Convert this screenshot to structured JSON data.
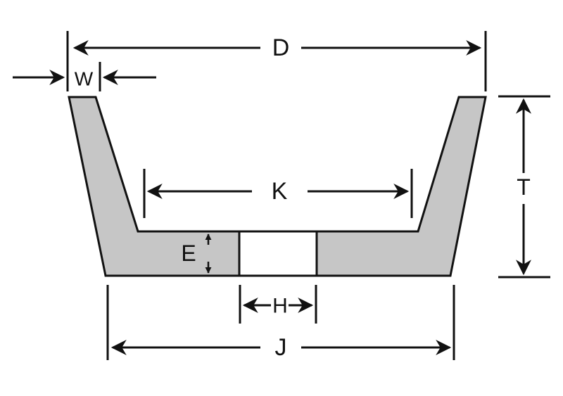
{
  "labels": {
    "D": "D",
    "W": "W",
    "T": "T",
    "K": "K",
    "E": "E",
    "H": "H",
    "J": "J"
  },
  "colors": {
    "wheel_fill": "#c6c6c6",
    "outline": "#111111",
    "bore_fill": "#ffffff",
    "background": "#ffffff"
  }
}
